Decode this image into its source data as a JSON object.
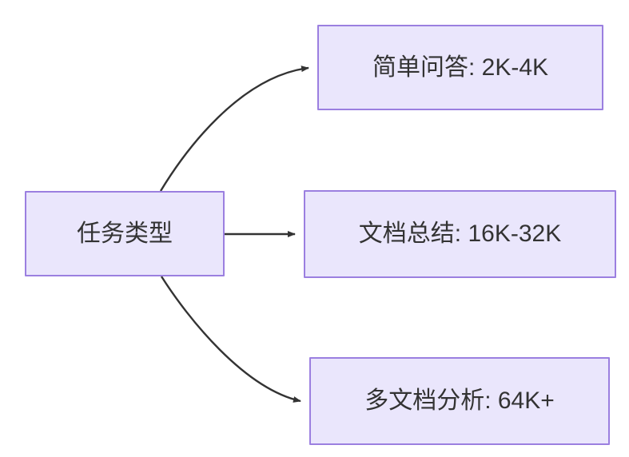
{
  "diagram": {
    "type": "flowchart",
    "direction": "left-to-right",
    "background_color": "#ffffff",
    "node_fill_color": "#eae6fc",
    "node_border_color": "#9b7fe0",
    "node_text_color": "#333333",
    "edge_color": "#333333",
    "nodes": [
      {
        "id": "source",
        "label": "任务类型",
        "role": "root"
      },
      {
        "id": "simple-qa",
        "label": "简单问答: 2K-4K",
        "role": "leaf"
      },
      {
        "id": "doc-summary",
        "label": "文档总结: 16K-32K",
        "role": "leaf"
      },
      {
        "id": "multi-doc",
        "label": "多文档分析: 64K+",
        "role": "leaf"
      }
    ],
    "edges": [
      {
        "from": "source",
        "to": "simple-qa",
        "label": "",
        "style": "curved-arrow"
      },
      {
        "from": "source",
        "to": "doc-summary",
        "label": "",
        "style": "straight-arrow"
      },
      {
        "from": "source",
        "to": "multi-doc",
        "label": "",
        "style": "curved-arrow"
      }
    ]
  }
}
